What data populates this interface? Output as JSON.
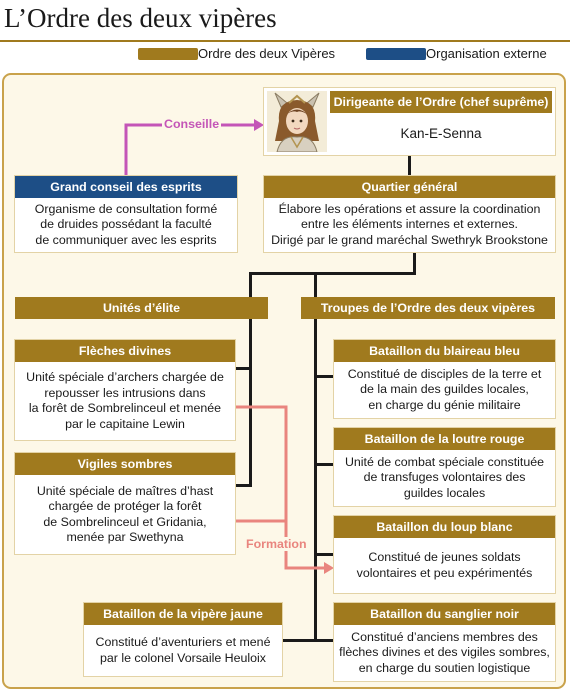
{
  "title": "L’Ordre des deux vipères",
  "legend": {
    "order": {
      "label": "Ordre des deux Vipères",
      "color": "#a07a1e"
    },
    "external": {
      "label": "Organisation externe",
      "color": "#1d4e86"
    }
  },
  "leader": {
    "role": "Dirigeante de l’Ordre (chef suprême)",
    "name": "Kan-E-Senna"
  },
  "council": {
    "title": "Grand conseil des esprits",
    "text": "Organisme de consultation formé\nde druides possédant la faculté\nde communiquer avec les esprits"
  },
  "hq": {
    "title": "Quartier général",
    "text": "Élabore les opérations et assure la coordination\nentre les éléments internes et externes.\nDirigé par le grand maréchal Swethryk Brookstone"
  },
  "elite_label": "Unités d’élite",
  "troops_label": "Troupes de l’Ordre des deux vipères",
  "arrows": {
    "council": "Conseille",
    "training": "Formation"
  },
  "units": [
    {
      "title": "Flèches divines",
      "text": "Unité spéciale d’archers chargée de\nrepousser les intrusions dans\nla forêt de Sombrelinceul et menée\npar le capitaine Lewin"
    },
    {
      "title": "Vigiles sombres",
      "text": "Unité spéciale de maîtres d’hast\nchargée de protéger la forêt\nde Sombrelinceul et Gridania,\nmenée par Swethyna"
    },
    {
      "title": "Bataillon de la vipère jaune",
      "text": "Constitué d’aventuriers et mené\npar le colonel Vorsaile Heuloix"
    }
  ],
  "battalions": [
    {
      "title": "Bataillon du blaireau bleu",
      "text": "Constitué de disciples de la terre et\nde la main des guildes locales,\nen charge du génie militaire"
    },
    {
      "title": "Bataillon de la loutre rouge",
      "text": "Unité de combat spéciale constituée\nde transfuges volontaires des\nguildes locales"
    },
    {
      "title": "Bataillon du loup blanc",
      "text": "Constitué de jeunes soldats\nvolontaires et peu expérimentés"
    },
    {
      "title": "Bataillon du sanglier noir",
      "text": "Constitué d’anciens membres des\nflèches divines et des vigiles sombres,\nen charge du soutien logistique"
    }
  ]
}
